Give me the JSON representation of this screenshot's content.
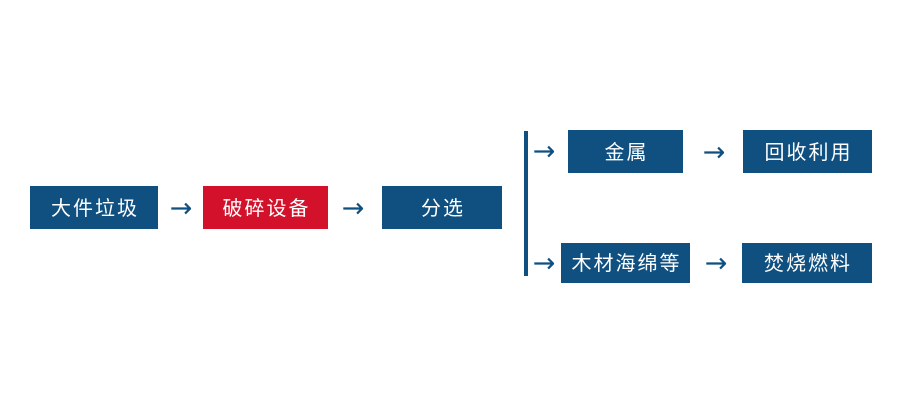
{
  "diagram": {
    "type": "flowchart",
    "orientation": "left-to-right",
    "background_color": "#ffffff",
    "colors": {
      "node_blue": "#0F5080",
      "node_red": "#D3112B",
      "node_text": "#ffffff",
      "arrow": "#0F5080",
      "connector_line": "#0F5080"
    },
    "nodes": {
      "bulky_waste": {
        "label": "大件垃圾",
        "color": "#0F5080"
      },
      "crusher": {
        "label": "破碎设备",
        "color": "#D3112B"
      },
      "sorting": {
        "label": "分选",
        "color": "#0F5080"
      },
      "metal": {
        "label": "金属",
        "color": "#0F5080"
      },
      "recycle": {
        "label": "回收利用",
        "color": "#0F5080"
      },
      "wood_sponge": {
        "label": "木材海绵等",
        "color": "#0F5080"
      },
      "incineration_fuel": {
        "label": "焚烧燃料",
        "color": "#0F5080"
      }
    },
    "arrows": {
      "glyph": "→",
      "branch_glyph": "→",
      "bulky_to_crusher": "→",
      "crusher_to_sorting": "→",
      "sorting_to_metal": "→",
      "sorting_to_wood": "→",
      "metal_to_recycle": "→",
      "wood_to_fuel": "→"
    }
  }
}
